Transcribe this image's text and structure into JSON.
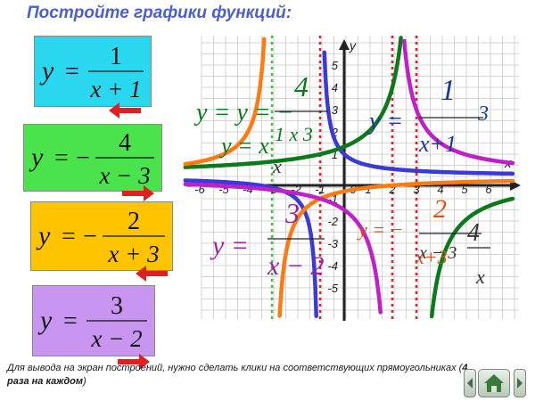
{
  "title": "Постройте графики функций:",
  "cards": [
    {
      "y": "y",
      "eq": "=",
      "sign": "",
      "num": "1",
      "den": "x + 1",
      "color": "#29d7ee"
    },
    {
      "y": "y",
      "eq": "=",
      "sign": "−",
      "num": "4",
      "den": "x − 3",
      "color": "#4be34b"
    },
    {
      "y": "y",
      "eq": "=",
      "sign": "−",
      "num": "2",
      "den": "x + 3",
      "color": "#ffc400"
    },
    {
      "y": "y",
      "eq": "=",
      "sign": "",
      "num": "3",
      "den": "x − 2",
      "color": "#c896f0"
    }
  ],
  "arrows": [
    {
      "direction": "left",
      "icon": "left-arrow-icon"
    },
    {
      "direction": "right",
      "icon": "right-arrow-icon"
    },
    {
      "direction": "left",
      "icon": "left-arrow-icon"
    },
    {
      "direction": "right",
      "icon": "right-arrow-icon"
    }
  ],
  "graph": {
    "x_axis_label": "x",
    "y_axis_label": "y",
    "x_ticks": [
      "-6",
      "-5",
      "-4",
      "-3",
      "-2",
      "-1",
      "0",
      "1",
      "2",
      "3",
      "4",
      "5",
      "6"
    ],
    "y_ticks": [
      "5",
      "4",
      "3",
      "2",
      "1",
      "-1",
      "-2",
      "-3",
      "-4",
      "-5"
    ],
    "asymptotes": [
      -3,
      -1,
      2,
      3
    ],
    "curves": [
      {
        "function": "y = 1/(x+1)",
        "color": "#3a3ad8"
      },
      {
        "function": "y = -4/(x-3)",
        "color": "#0a7a1a"
      },
      {
        "function": "y = -2/(x+3)",
        "color": "#ff7a10"
      },
      {
        "function": "y = 3/(x-2)",
        "color": "#c020c8"
      }
    ],
    "overlay_labels": [
      {
        "text": "y = y = −",
        "color": "#0a7a1a"
      },
      {
        "text": "4",
        "color": "#0a7a1a"
      },
      {
        "text": "1 x 3",
        "color": "#0a7a1a"
      },
      {
        "text": "y = x",
        "color": "#0a7a1a"
      },
      {
        "text": "y =",
        "color": "#1a3a9a"
      },
      {
        "text": "1",
        "color": "#1a3a9a"
      },
      {
        "text": "3",
        "color": "#1a3a9a"
      },
      {
        "text": "x+1",
        "color": "#1a3a9a"
      },
      {
        "text": "y =",
        "color": "#a020a0"
      },
      {
        "text": "3",
        "color": "#a020a0"
      },
      {
        "text": "x − 2",
        "color": "#a020a0"
      },
      {
        "text": "y = −",
        "color": "#e05010"
      },
      {
        "text": "2",
        "color": "#e05010"
      },
      {
        "text": "x+3",
        "color": "#e05010"
      },
      {
        "text": "4",
        "color": "#333333"
      },
      {
        "text": "x − 3",
        "color": "#333333"
      },
      {
        "text": "x",
        "color": "#333333"
      },
      {
        "text": "x",
        "color": "#333333"
      }
    ]
  },
  "note": {
    "text": "Для вывода на экран построений, нужно сделать  клики на соответствующих прямоугольниках (",
    "bold": "4 раза на каждом",
    "end": ")"
  },
  "nav": {
    "home_icon": "home-icon",
    "prev_icon": "left-arrow-icon",
    "next_icon": "right-arrow-icon"
  }
}
